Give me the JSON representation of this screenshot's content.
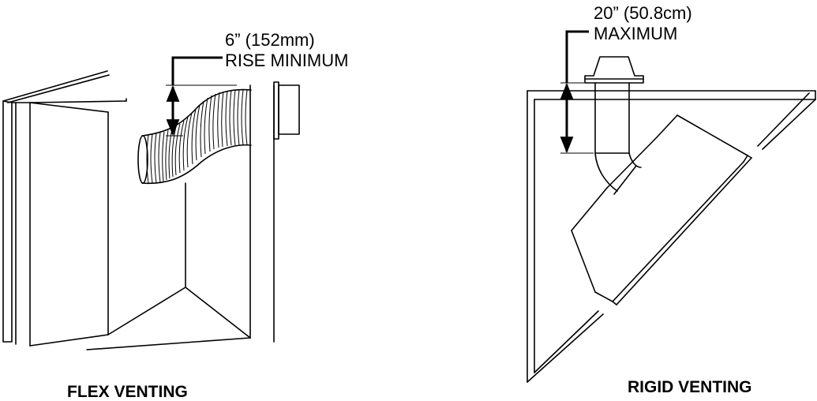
{
  "flex": {
    "dimension_value": "6” (152mm)",
    "dimension_note": "RISE MINIMUM",
    "caption": "FLEX VENTING"
  },
  "rigid": {
    "dimension_value": "20” (50.8cm)",
    "dimension_note": "MAXIMUM",
    "caption": "RIGID VENTING"
  }
}
